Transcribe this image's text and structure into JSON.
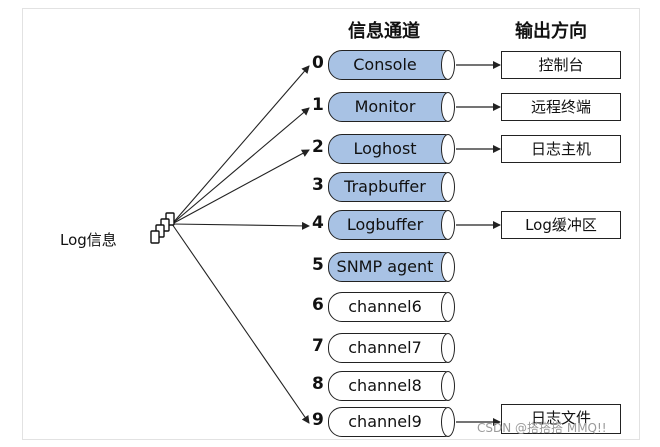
{
  "headers": {
    "channels": "信息通道",
    "outputs": "输出方向"
  },
  "source": {
    "label": "Log信息",
    "icon": "log-stack-icon"
  },
  "channels": [
    {
      "num": "0",
      "name": "Console",
      "active": true,
      "output": "控制台"
    },
    {
      "num": "1",
      "name": "Monitor",
      "active": true,
      "output": "远程终端"
    },
    {
      "num": "2",
      "name": "Loghost",
      "active": true,
      "output": "日志主机"
    },
    {
      "num": "3",
      "name": "Trapbuffer",
      "active": true,
      "output": ""
    },
    {
      "num": "4",
      "name": "Logbuffer",
      "active": true,
      "output": "Log缓冲区"
    },
    {
      "num": "5",
      "name": "SNMP agent",
      "active": true,
      "output": ""
    },
    {
      "num": "6",
      "name": "channel6",
      "active": false,
      "output": ""
    },
    {
      "num": "7",
      "name": "channel7",
      "active": false,
      "output": ""
    },
    {
      "num": "8",
      "name": "channel8",
      "active": false,
      "output": ""
    },
    {
      "num": "9",
      "name": "channel9",
      "active": false,
      "output": "日志文件"
    }
  ],
  "watermark": "CSDN @搭搭搭 MMQ!!"
}
